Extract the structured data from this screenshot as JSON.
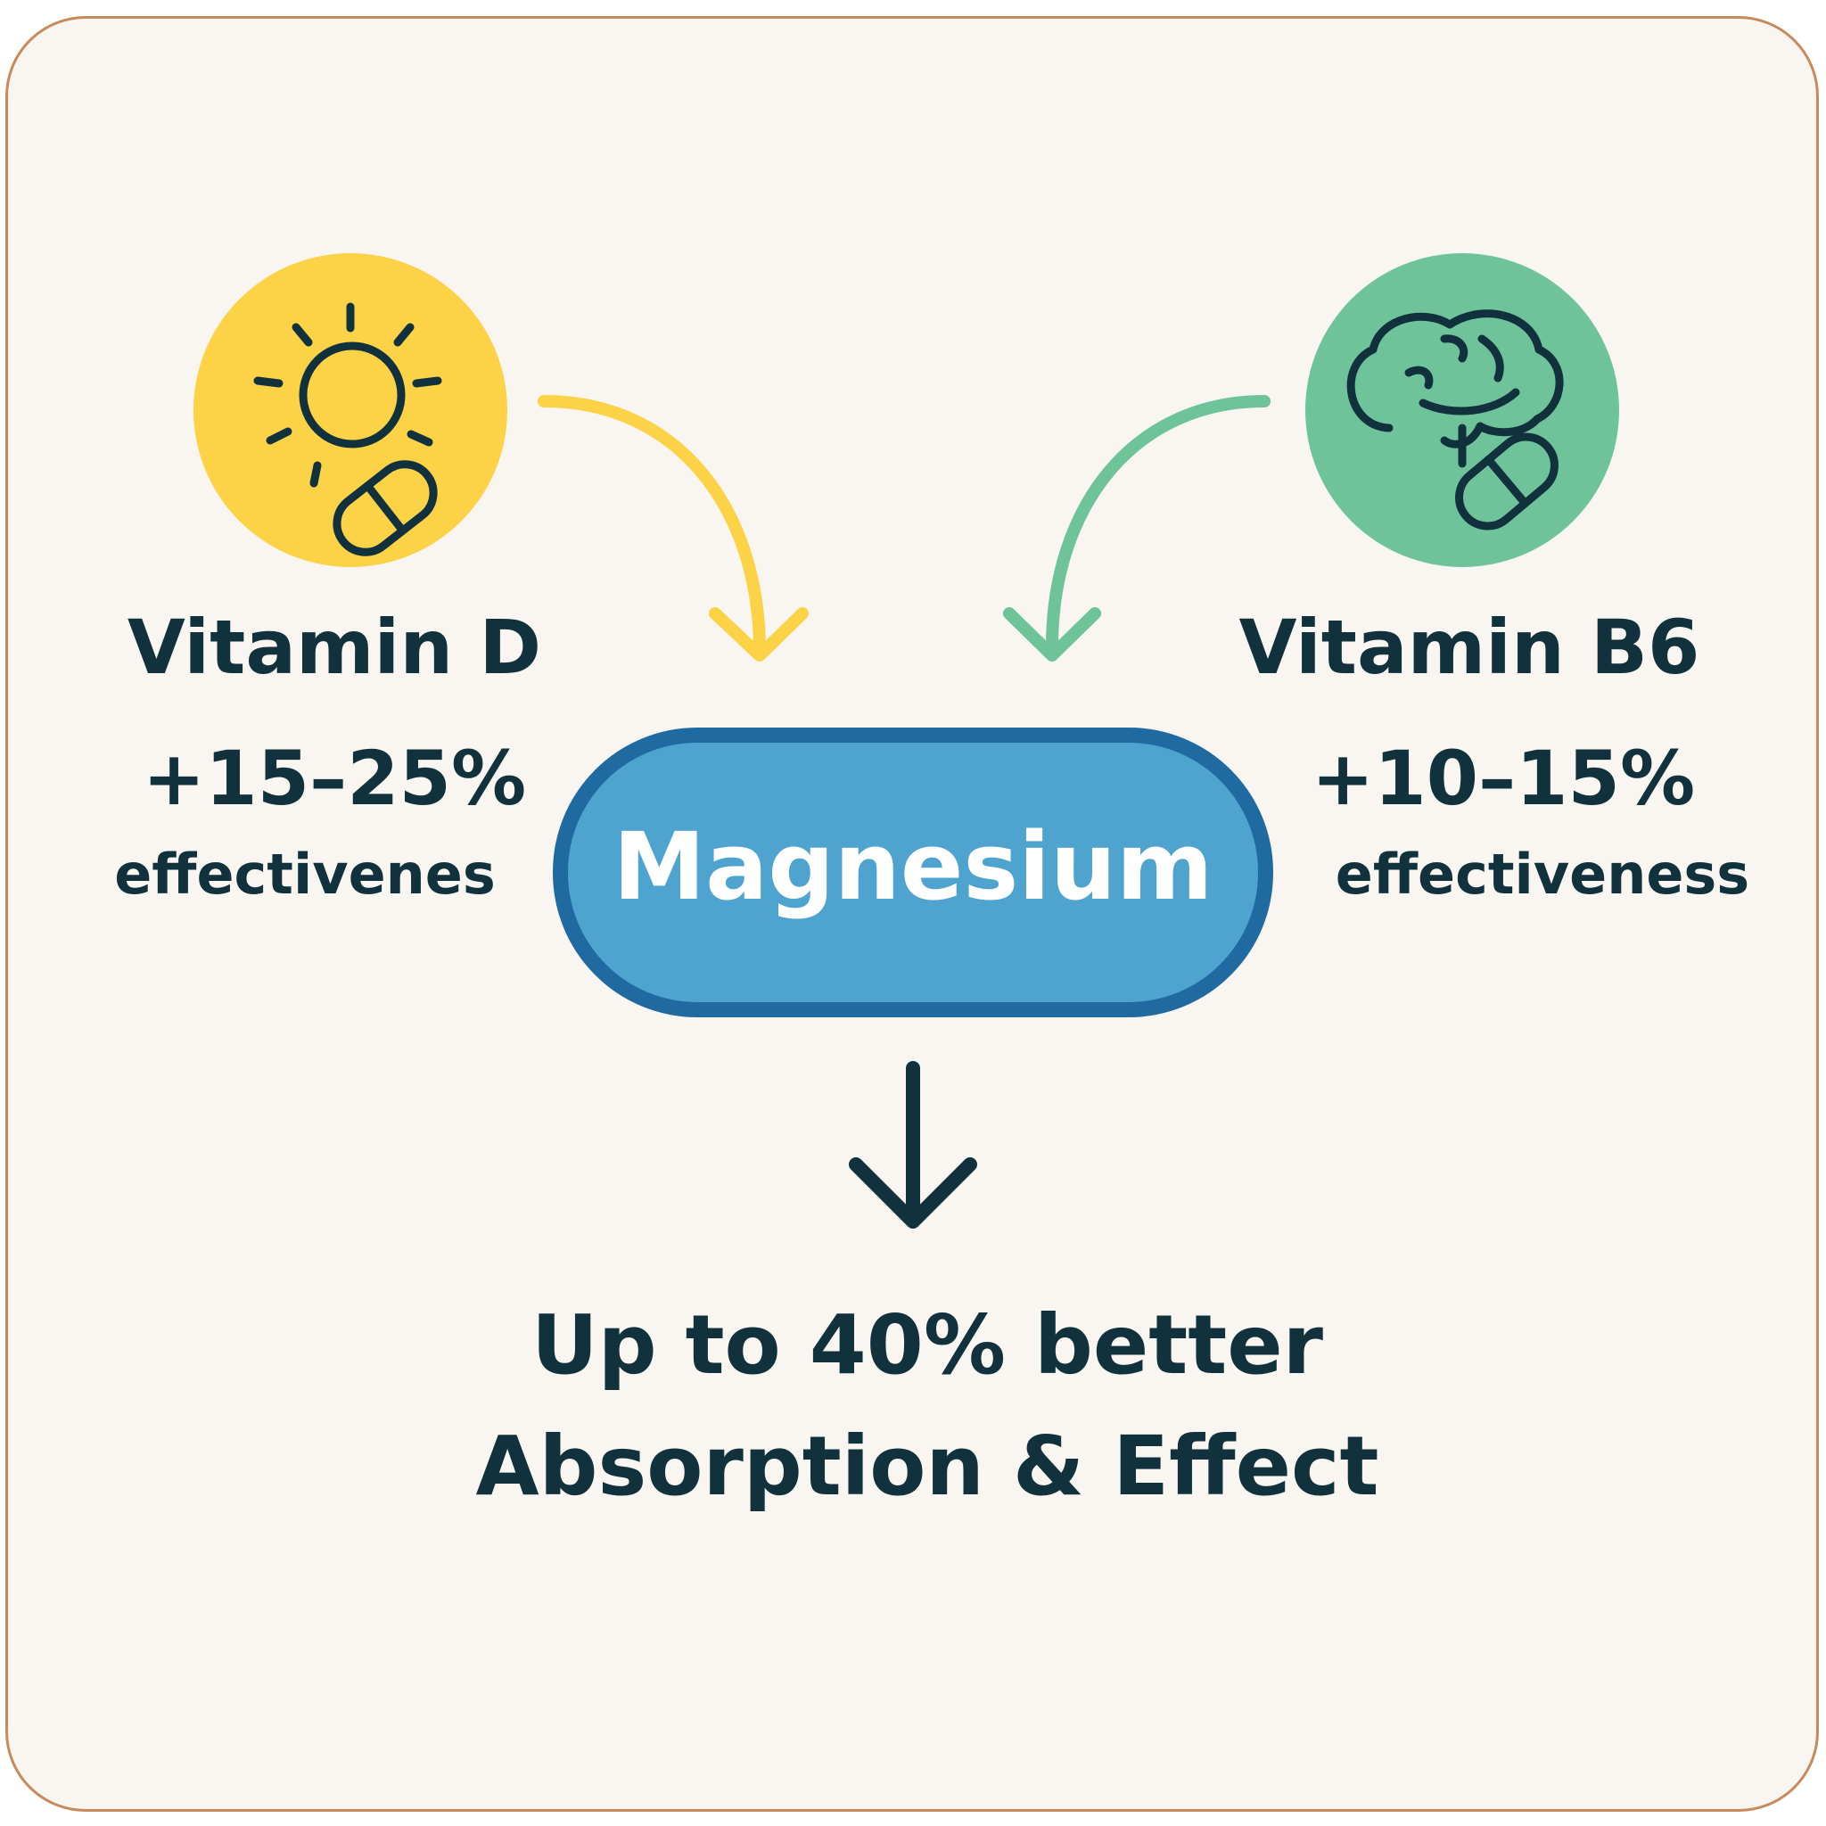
{
  "left_node": {
    "name": "Vitamin D",
    "boost": "+15–25%",
    "boost_caption": "effectivenes",
    "icon": "sun-with-capsule-icon",
    "color": "#fcd247"
  },
  "right_node": {
    "name": "Vitamin B6",
    "boost": "+10–15%",
    "boost_caption": "effectiveness",
    "icon": "brain-with-capsule-icon",
    "color": "#6fc39a"
  },
  "center_node": {
    "label": "Magnesium",
    "fill": "#4ea3cf",
    "border": "#1f6aa0"
  },
  "result": {
    "line1": "Up to 40% better",
    "line2": "Absorption & Effect"
  },
  "colors": {
    "ink": "#11313d",
    "background": "#f9f6f1",
    "frame": "#c8895b",
    "left_arrow": "#fcd247",
    "right_arrow": "#6fc39a"
  }
}
